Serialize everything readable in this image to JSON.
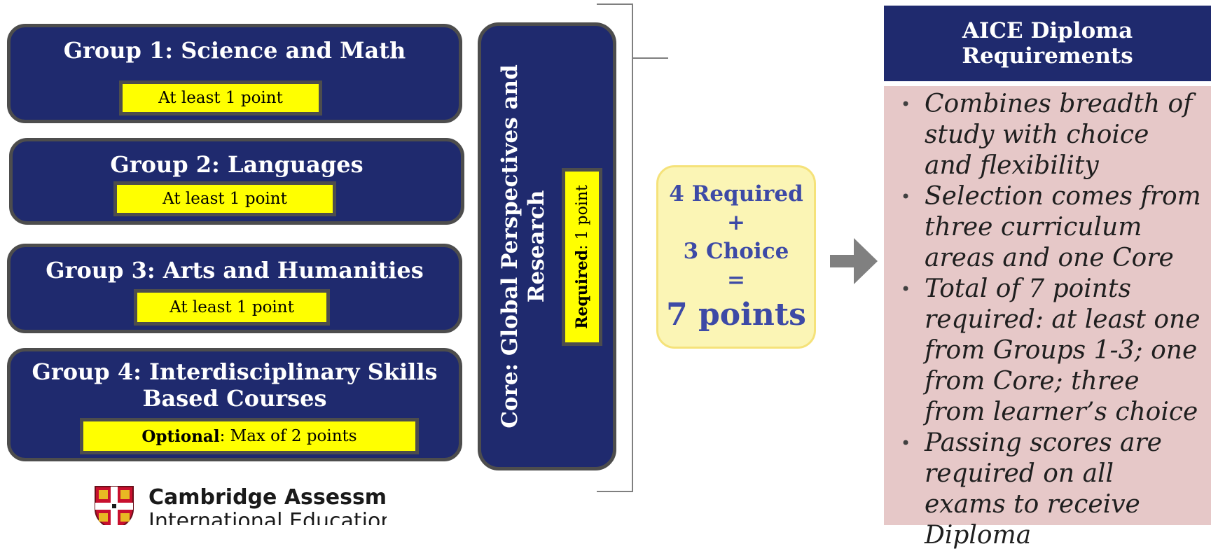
{
  "groups": [
    {
      "title": "Group 1: Science and Math",
      "requirement": "At least 1 point"
    },
    {
      "title": "Group 2: Languages",
      "requirement": "At least 1 point"
    },
    {
      "title": "Group 3:  Arts and Humanities",
      "requirement": "At least 1 point"
    },
    {
      "title_line1": "Group 4: Interdisciplinary Skills",
      "title_line2": "Based Courses",
      "requirement_bold": "Optional",
      "requirement_rest": ": Max of  2 points"
    }
  ],
  "core": {
    "title_line1": "Core:  Global Perspectives and",
    "title_line2": "Research",
    "requirement_bold": "Required",
    "requirement_rest": ": 1 point"
  },
  "points": {
    "line1": "4 Required",
    "line2": "+",
    "line3": "3 Choice",
    "line4": "=",
    "total": "7 points"
  },
  "requirements": {
    "header_line1": "AICE Diploma",
    "header_line2": "Requirements",
    "bullet_glyph": "•",
    "bullets": [
      "Combines breadth of study with choice and flexibility",
      "Selection comes from three curriculum areas and one Core",
      "Total of 7 points required: at least one from Groups 1-3; one from Core; three from learner’s choice",
      "Passing scores are required on all exams to receive Diploma"
    ]
  },
  "logo": {
    "line1": "Cambridge Assessment",
    "line2": "International Education"
  },
  "colors": {
    "navy": "#1f2a6e",
    "highlight_yellow": "#ffff00",
    "points_fill": "#fbf5b5",
    "points_text": "#3d4aa6",
    "requirements_fill": "#e6c8c8"
  }
}
